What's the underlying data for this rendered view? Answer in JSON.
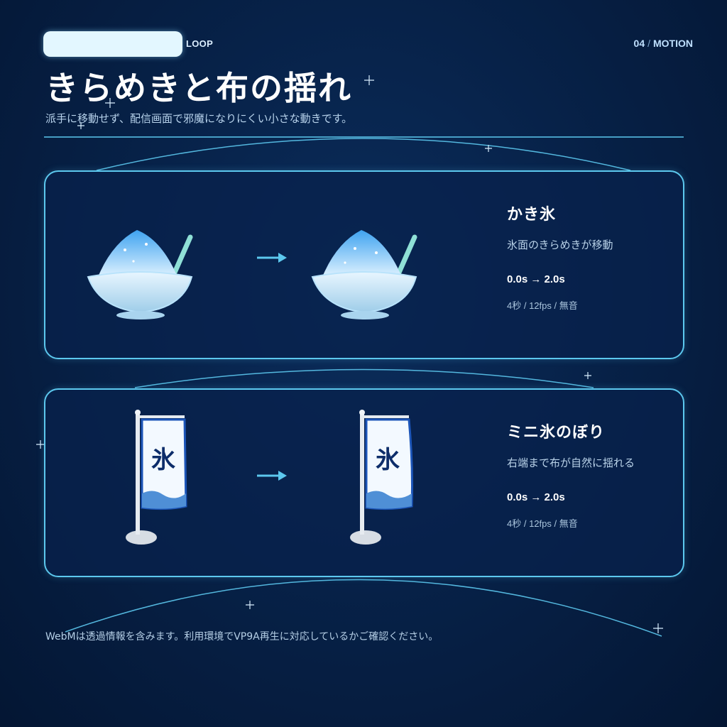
{
  "header": {
    "label": "LOOP",
    "section_number": "04",
    "section_separator": "/",
    "section_name": "MOTION"
  },
  "title": "きらめきと布の揺れ",
  "subtitle": "派手に移動せず、配信画面で邪魔になりにくい小さな動きです。",
  "cards": [
    {
      "title": "かき氷",
      "description": "氷面のきらめきが移動",
      "time_range": "0.0s → 2.0s",
      "meta": "4秒 / 12fps / 無音",
      "image_icon": "shaved-ice"
    },
    {
      "title": "ミニ氷のぼり",
      "description": "右端まで布が自然に揺れる",
      "time_range": "0.0s → 2.0s",
      "meta": "4秒 / 12fps / 無音",
      "image_icon": "ice-banner-flag",
      "banner_text": "氷"
    }
  ],
  "footer_note": "WebMは透過情報を含みます。利用環境でVP9A再生に対応しているかご確認ください。",
  "colors": {
    "background": "#072249",
    "accent": "#5cc8ee",
    "text": "#ffffff"
  }
}
